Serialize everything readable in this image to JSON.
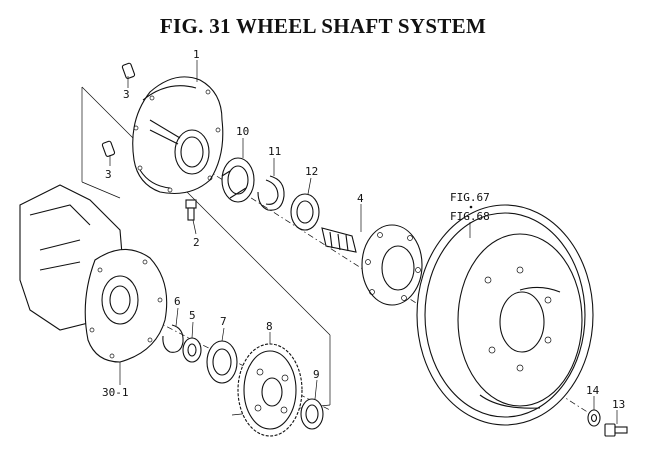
{
  "title": "FIG. 31  WHEEL SHAFT SYSTEM",
  "callouts": [
    {
      "id": "c1",
      "text": "1"
    },
    {
      "id": "c3a",
      "text": "3"
    },
    {
      "id": "c3b",
      "text": "3"
    },
    {
      "id": "c10",
      "text": "10"
    },
    {
      "id": "c11",
      "text": "11"
    },
    {
      "id": "c12",
      "text": "12"
    },
    {
      "id": "c2",
      "text": "2"
    },
    {
      "id": "c4",
      "text": "4"
    },
    {
      "id": "c6",
      "text": "6"
    },
    {
      "id": "c5",
      "text": "5"
    },
    {
      "id": "c7",
      "text": "7"
    },
    {
      "id": "c8",
      "text": "8"
    },
    {
      "id": "c9",
      "text": "9"
    },
    {
      "id": "c30",
      "text": "30-1"
    },
    {
      "id": "c14",
      "text": "14"
    },
    {
      "id": "c13",
      "text": "13"
    }
  ],
  "references": [
    "FIG.67",
    "FIG.68"
  ]
}
